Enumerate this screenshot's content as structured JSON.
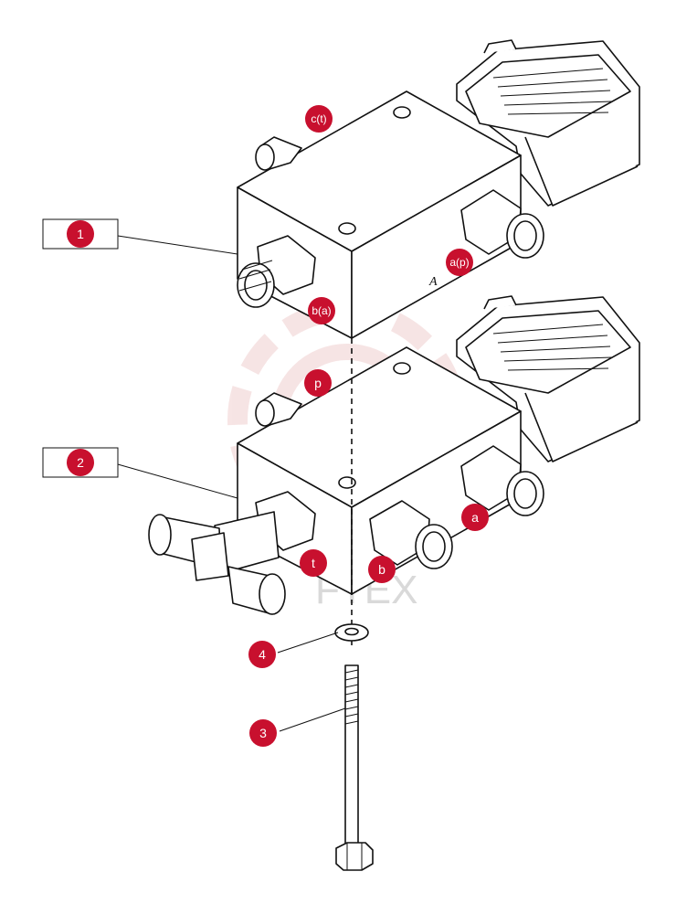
{
  "colors": {
    "callout_fill": "#c8102e",
    "callout_text": "#ffffff",
    "watermark": "#e8b4b4",
    "watermark_text": "#d9d9d9",
    "line": "#111111"
  },
  "watermark": {
    "text": "FTEX"
  },
  "body_marking": {
    "letter": "A"
  },
  "callouts": {
    "c1": "1",
    "c2": "2",
    "c3": "3",
    "c4": "4",
    "ct": "c(t)",
    "bp": "b(a)",
    "ap": "a(p)",
    "p": "p",
    "a": "a",
    "b": "b",
    "t": "t"
  },
  "icons": [
    "solenoid-valve-upper",
    "solenoid-valve-lower",
    "tee-fitting",
    "washer",
    "bolt"
  ]
}
